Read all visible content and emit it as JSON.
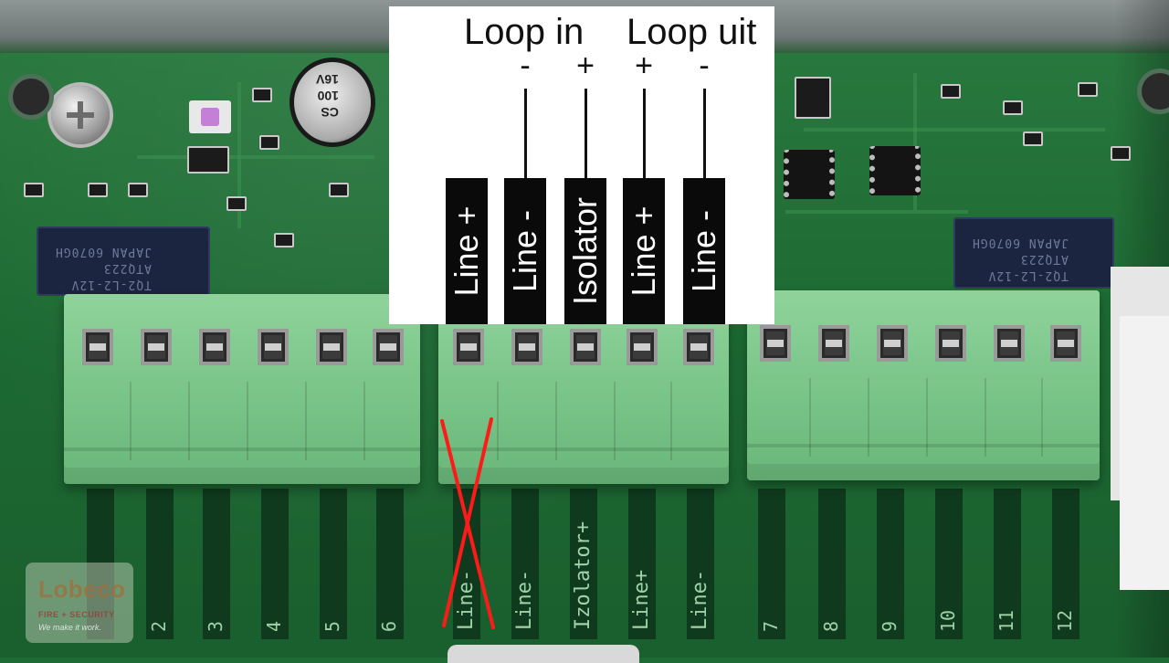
{
  "overlay": {
    "headings": [
      {
        "id": "loop-in",
        "text": "Loop in"
      },
      {
        "id": "loop-uit",
        "text": "Loop uit"
      }
    ],
    "signs": [
      "-",
      "+",
      "+",
      "-"
    ],
    "bars": [
      "Line +",
      "Line -",
      "Isolator",
      "Line +",
      "Line -"
    ],
    "bar_color": "#0a0a0a",
    "background": "#ffffff"
  },
  "board": {
    "silk_labels": [
      "Line-",
      "Line-",
      "Izolator+",
      "Line+",
      "Line-"
    ],
    "silk_numbers": [
      "2",
      "3",
      "4",
      "5",
      "6",
      "7",
      "8",
      "9",
      "10",
      "11",
      "12"
    ],
    "capacitor_text": "CS\n100\n16V",
    "relay_text": "TQ2-L2-12V\nATQ223\nJAPAN 6070GH",
    "pcb_color": "#1f6b35",
    "terminal_color": "#79c487",
    "marker_color": "#ff1a1a"
  },
  "logo": {
    "name": "Lobeco",
    "subtitle": "FIRE + SECURITY",
    "tagline": "We make it work."
  }
}
